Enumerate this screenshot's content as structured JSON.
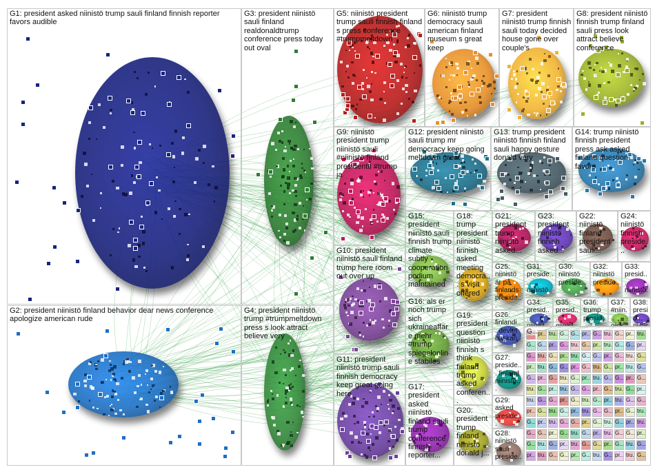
{
  "diagram": {
    "type": "network-graph",
    "edge_color": "#2e9e3e",
    "groups": [
      {
        "id": "G1",
        "label": "G1: president asked niinistö trump sauli finland finnish reporter favors audible",
        "color": "#1a237e"
      },
      {
        "id": "G2",
        "label": "G2: president niinistö finland behavior dear news conference apologize american rude",
        "color": "#1e6fc2"
      },
      {
        "id": "G3",
        "label": "G3: president niinistö sauli finland realdonaldtrump conference press today out oval",
        "color": "#2e7d32"
      },
      {
        "id": "G4",
        "label": "G4: president niinistö trump #trumpmeltdown press s look attract believe very",
        "color": "#33883a"
      },
      {
        "id": "G5",
        "label": "G5: niinistö president trump sauli finnish finland s press conference #trumpmeltdown",
        "color": "#b71c1c"
      },
      {
        "id": "G6",
        "label": "G6: niinistö trump democracy sauli american finland museum s great keep",
        "color": "#e8902a"
      },
      {
        "id": "G7",
        "label": "G7: president niinistö trump finnish sauli today decided house gone over couple's",
        "color": "#f2b233"
      },
      {
        "id": "G8",
        "label": "G8: president niinistö finnish trump finland sauli press look attract believe conference",
        "color": "#9bb028"
      },
      {
        "id": "G9",
        "label": "G9: niinistö president trump niinistö sauli #niinistö finland presidentti #trump ja",
        "color": "#c2185b"
      },
      {
        "id": "G10",
        "label": "G10: president niinistö sauli finland trump here room out over up",
        "color": "#7b4397"
      },
      {
        "id": "G11",
        "label": "G11: president niinistö trump sauli finnish democracy keep great going here",
        "color": "#6a3fa0"
      },
      {
        "id": "G12",
        "label": "G12: president niinistö sauli trump mr democracy keep going meltdown great",
        "color": "#1f6f8b"
      },
      {
        "id": "G13",
        "label": "G13: trump president niinistö finnish finland sauli happy gesture donald very",
        "color": "#455a64"
      },
      {
        "id": "G14",
        "label": "G14: trump niinistö finnish president press ask asked finland question favors",
        "color": "#2979ae"
      },
      {
        "id": "G15",
        "label": "G15: president niinistö sauli finnish trump climate subtly cooperation podium maintained",
        "color": "#7cb342"
      },
      {
        "id": "G16",
        "label": "G16: als er noch trump sich ukraineaffäre mehr #trump spiegelonline stabiles",
        "color": "#689f38"
      },
      {
        "id": "G17",
        "label": "G17: president asked niinistö finland sauli trump conference finnish reporter...",
        "color": "#8e24aa"
      },
      {
        "id": "G18",
        "label": "G18: trump president niinistö finnish asked meeting democra... s visit offered",
        "color": "#d4a017"
      },
      {
        "id": "G19",
        "label": "G19: president question niinistö finnish s think finland trump asked conferen...",
        "color": "#c0ca33"
      },
      {
        "id": "G20",
        "label": "G20: president trump finland niinistö donald j...",
        "color": "#9e9d24"
      },
      {
        "id": "G21",
        "label": "G21: president trump niinistö asked...",
        "color": "#ad1457"
      },
      {
        "id": "G22",
        "label": "G22: niinistö finland president sauli...",
        "color": "#6d4c41"
      },
      {
        "id": "G23",
        "label": "G23: president niinistö finnish asked...",
        "color": "#5e35b1"
      },
      {
        "id": "G24",
        "label": "G24: niinistö finnish preside...",
        "color": "#c2185b"
      },
      {
        "id": "G25",
        "label": "G25: niinistö är på finlands preside...",
        "color": "#f57c00"
      },
      {
        "id": "G26",
        "label": "G26: finlandi... devlet başkan...",
        "color": "#3949ab"
      },
      {
        "id": "G27",
        "label": "G27: preside... finland niinistö...",
        "color": "#00897b"
      },
      {
        "id": "G28",
        "label": "G28: niinistö sauli preside...",
        "color": "#8d6e63"
      },
      {
        "id": "G29",
        "label": "G29: asked preside...",
        "color": "#e53935"
      },
      {
        "id": "G30",
        "label": "G30: niinistö preside...",
        "color": "#43a047"
      },
      {
        "id": "G31",
        "label": "G31: preside... niinistö...",
        "color": "#00acc1"
      },
      {
        "id": "G32",
        "label": "G32: niinistö preside...",
        "color": "#fb8c00"
      },
      {
        "id": "G33",
        "label": "G33: presid... niinistö...",
        "color": "#8e24aa"
      },
      {
        "id": "G34",
        "label": "G34: presid... niinist...",
        "color": "#3949ab"
      },
      {
        "id": "G35",
        "label": "G35: presid... niinist...",
        "color": "#d81b60"
      },
      {
        "id": "G36",
        "label": "G36: trump presid...",
        "color": "#00897b"
      },
      {
        "id": "G37",
        "label": "G37: #niin... oisk...",
        "color": "#7cb342"
      },
      {
        "id": "G38",
        "label": "G38: presid... niinist...",
        "color": "#5e35b1"
      },
      {
        "id": "G39",
        "label": "G...",
        "color": "#444444"
      }
    ],
    "mini_labels": {
      "pr": "pr...",
      "tru": "tru...",
      "g": "G..."
    }
  }
}
